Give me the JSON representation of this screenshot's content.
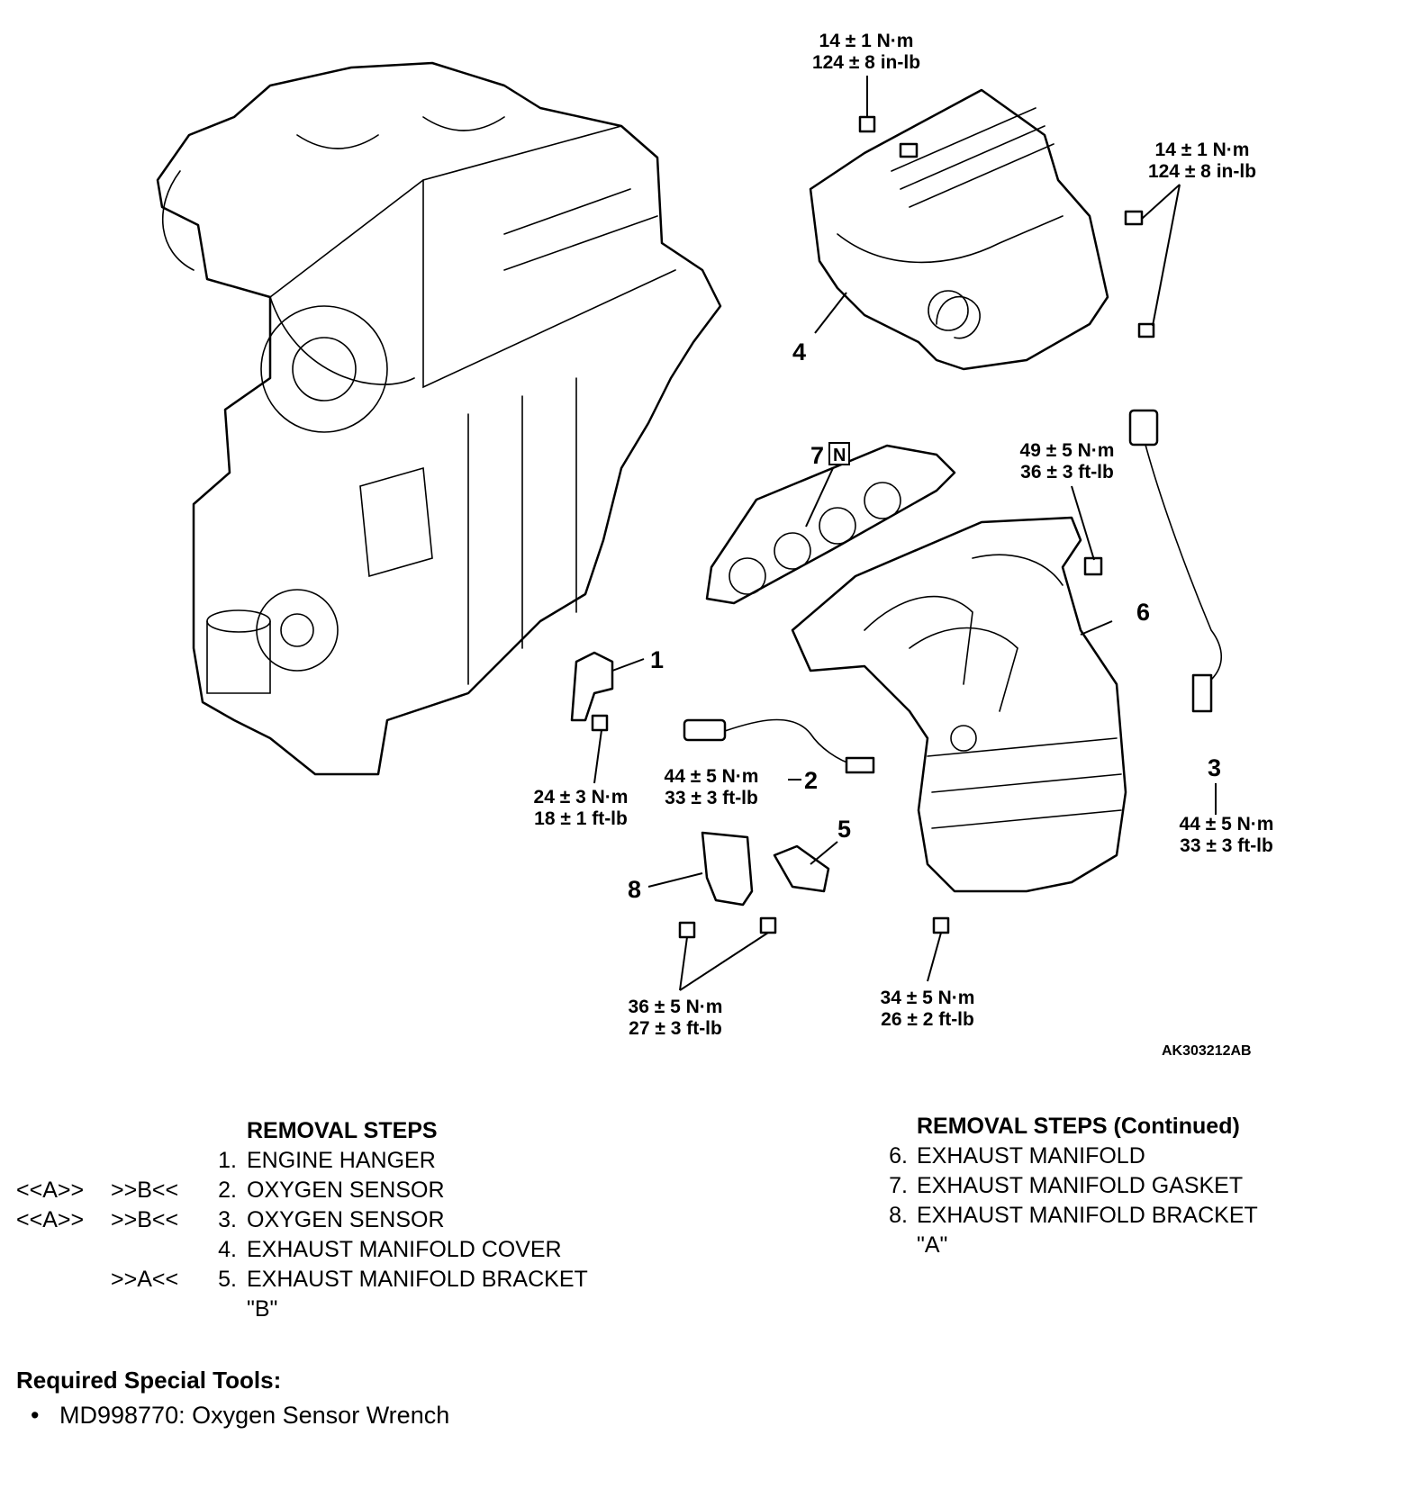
{
  "diagram": {
    "torque_labels": {
      "cover_top": [
        "14 ± 1 N·m",
        "124 ± 8 in-lb"
      ],
      "cover_side": [
        "14 ± 1 N·m",
        "124 ± 8 in-lb"
      ],
      "manifold_nut": [
        "49 ± 5 N·m",
        "36 ± 3 ft-lb"
      ],
      "hanger_bolt": [
        "24 ± 3 N·m",
        "18 ± 1 ft-lb"
      ],
      "sensor_2": [
        "44 ± 5 N·m",
        "33 ± 3 ft-lb"
      ],
      "sensor_3": [
        "44 ± 5 N·m",
        "33 ± 3 ft-lb"
      ],
      "bracket_bolts": [
        "36 ± 5 N·m",
        "27 ± 3 ft-lb"
      ],
      "converter_bolt": [
        "34 ± 5 N·m",
        "26 ± 2 ft-lb"
      ]
    },
    "callouts": {
      "c1": "1",
      "c2": "2",
      "c3": "3",
      "c4": "4",
      "c5": "5",
      "c6": "6",
      "c7": "7",
      "c8": "8"
    },
    "new_part_mark": "N",
    "figure_id": "AK303212AB"
  },
  "removal_steps": {
    "title": "REMOVAL STEPS",
    "items": [
      {
        "mark_a": "",
        "mark_b": "",
        "num": "1.",
        "text": "ENGINE HANGER",
        "text2": ""
      },
      {
        "mark_a": "<<A>>",
        "mark_b": ">>B<<",
        "num": "2.",
        "text": "OXYGEN SENSOR",
        "text2": ""
      },
      {
        "mark_a": "<<A>>",
        "mark_b": ">>B<<",
        "num": "3.",
        "text": "OXYGEN SENSOR",
        "text2": ""
      },
      {
        "mark_a": "",
        "mark_b": "",
        "num": "4.",
        "text": "EXHAUST MANIFOLD COVER",
        "text2": ""
      },
      {
        "mark_a": "",
        "mark_b": ">>A<<",
        "num": "5.",
        "text": "EXHAUST MANIFOLD BRACKET",
        "text2": "\"B\""
      }
    ]
  },
  "removal_steps_continued": {
    "title": "REMOVAL STEPS (Continued)",
    "items": [
      {
        "num": "6.",
        "text": "EXHAUST MANIFOLD",
        "text2": ""
      },
      {
        "num": "7.",
        "text": "EXHAUST MANIFOLD GASKET",
        "text2": ""
      },
      {
        "num": "8.",
        "text": "EXHAUST MANIFOLD BRACKET",
        "text2": "\"A\""
      }
    ]
  },
  "special_tools": {
    "title": "Required Special Tools:",
    "bullet": "•",
    "items": [
      "MD998770: Oxygen Sensor Wrench"
    ]
  }
}
